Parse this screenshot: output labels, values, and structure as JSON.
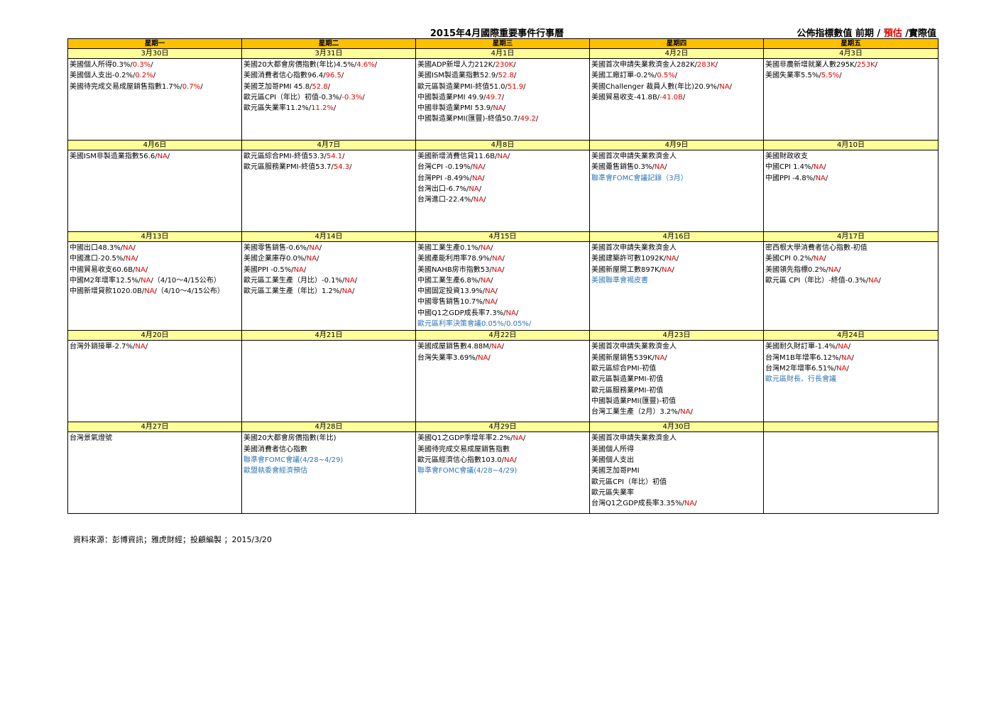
{
  "title": "2015年4月國際重要事件行事曆",
  "legend": {
    "prefix": "公佈指標數值  前期 / ",
    "forecast": "預估",
    "suffix": " /實際值"
  },
  "weekdays": [
    "星期一",
    "星期二",
    "星期三",
    "星期四",
    "星期五"
  ],
  "weeks": [
    {
      "days": [
        {
          "date": "3月30日",
          "lines": [
            {
              "text": "美國個人所得0.3%/",
              "red": "0.3%",
              "after": "/"
            },
            {
              "text": "美國個人支出-0.2%/",
              "red": "0.2%",
              "after": "/"
            },
            {
              "text": "美國待完成交易成屋銷售指數1.7%/",
              "red": "0.7%",
              "after": "/"
            }
          ]
        },
        {
          "date": "3月31日",
          "lines": [
            {
              "text": "美國20大都會房價指數(年比)4.5%/",
              "red": "4.6%",
              "after": "/"
            },
            {
              "text": "美國消費者信心指數96.4/",
              "red": "96.5",
              "after": "/"
            },
            {
              "text": "美國芝加哥PMI 45.8/",
              "red": "52.8",
              "after": "/"
            },
            {
              "text": "歐元區CPI（年比）初值-0.3%/",
              "red": "-0.3%",
              "after": "/"
            },
            {
              "text": "歐元區失業率11.2%/",
              "red": "11.2%",
              "after": "/"
            }
          ]
        },
        {
          "date": "4月1日",
          "lines": [
            {
              "text": "美國ADP新增人力212K/",
              "red": "230K",
              "after": "/"
            },
            {
              "text": "美國ISM製造業指數52.9/",
              "red": "52.8",
              "after": "/"
            },
            {
              "text": "歐元區製造業PMI-終值51.0/",
              "red": "51.9",
              "after": "/"
            },
            {
              "text": "中國製造業PMI 49.9/",
              "red": "49.7",
              "after": "/"
            },
            {
              "text": "中國非製造業PMI 53.9/",
              "red": "NA",
              "after": "/"
            },
            {
              "text": "中國製造業PMI(匯豐)-終值50.7/",
              "red": "49.2",
              "after": "/"
            }
          ]
        },
        {
          "date": "4月2日",
          "lines": [
            {
              "text": "美國首次申請失業救濟金人282K/",
              "red": "283K",
              "after": "/"
            },
            {
              "text": "美國工廠訂單-0.2%/",
              "red": "0.5%",
              "after": "/"
            },
            {
              "text": "美國Challenger 裁員人數(年比)20.9%/",
              "red": "NA",
              "after": "/"
            },
            {
              "text": "美國貿易收支-41.8B/",
              "red": "-41.0B",
              "after": "/"
            }
          ]
        },
        {
          "date": "4月3日",
          "lines": [
            {
              "text": "美國非農新增就業人數295K/",
              "red": "253K",
              "after": "/"
            },
            {
              "text": "美國失業率5.5%/",
              "red": "5.5%",
              "after": "/"
            }
          ]
        }
      ]
    },
    {
      "days": [
        {
          "date": "4月6日",
          "lines": [
            {
              "text": "美國ISM非製造業指數56.6/",
              "red": "NA",
              "after": "/"
            }
          ]
        },
        {
          "date": "4月7日",
          "lines": [
            {
              "text": "歐元區綜合PMI-終值53.3/",
              "red": "54.1",
              "after": "/"
            },
            {
              "text": "歐元區服務業PMI-終值53.7/",
              "red": "54.3",
              "after": "/"
            }
          ]
        },
        {
          "date": "4月8日",
          "lines": [
            {
              "text": "美國新增消費信貸11.6B/",
              "red": "NA",
              "after": "/"
            },
            {
              "text": "台灣CPI -0.19%/",
              "red": "NA",
              "after": "/"
            },
            {
              "text": "台灣PPI -8.49%/",
              "red": "NA",
              "after": "/"
            },
            {
              "text": "台灣出口-6.7%/",
              "red": "NA",
              "after": "/"
            },
            {
              "text": "台灣進口-22.4%/",
              "red": "NA",
              "after": "/"
            }
          ]
        },
        {
          "date": "4月9日",
          "lines": [
            {
              "text": "美國首次申請失業救濟金人",
              "red": "",
              "after": ""
            },
            {
              "text": "美國躉售銷售0.3%/",
              "red": "NA",
              "after": "/"
            },
            {
              "text": "聯準會FOMC會議記錄（3月）",
              "blue": true
            }
          ]
        },
        {
          "date": "4月10日",
          "lines": [
            {
              "text": "美國財政收支",
              "red": "",
              "after": ""
            },
            {
              "text": "中國CPI 1.4%/",
              "red": "NA",
              "after": "/"
            },
            {
              "text": "中國PPI -4.8%/",
              "red": "NA",
              "after": "/"
            }
          ]
        }
      ]
    },
    {
      "days": [
        {
          "date": "4月13日",
          "lines": [
            {
              "text": "中國出口48.3%/",
              "red": "NA",
              "after": "/"
            },
            {
              "text": "中國進口-20.5%/",
              "red": "NA",
              "after": "/"
            },
            {
              "text": "中國貿易收支60.6B/",
              "red": "NA",
              "after": "/"
            },
            {
              "text": "中國M2年增率12.5%/",
              "red": "NA",
              "after": "/（4/10～4/15公布）"
            },
            {
              "text": "中國新增貸款1020.0B/",
              "red": "NA",
              "after": "/（4/10～4/15公布）"
            }
          ]
        },
        {
          "date": "4月14日",
          "lines": [
            {
              "text": "美國零售銷售-0.6%/",
              "red": "NA",
              "after": "/"
            },
            {
              "text": "美國企業庫存0.0%/",
              "red": "NA",
              "after": "/"
            },
            {
              "text": "美國PPI -0.5%/",
              "red": "NA",
              "after": "/"
            },
            {
              "text": "歐元區工業生產（月比）-0.1%/",
              "red": "NA",
              "after": "/"
            },
            {
              "text": "歐元區工業生產（年比）1.2%/",
              "red": "NA",
              "after": "/"
            }
          ]
        },
        {
          "date": "4月15日",
          "lines": [
            {
              "text": "美國工業生產0.1%/",
              "red": "NA",
              "after": "/"
            },
            {
              "text": "美國產能利用率78.9%/",
              "red": "NA",
              "after": "/"
            },
            {
              "text": "美國NAHB房市指數53/",
              "red": "NA",
              "after": "/"
            },
            {
              "text": "中國工業生產6.8%/",
              "red": "NA",
              "after": "/"
            },
            {
              "text": "中國固定投資13.9%/",
              "red": "NA",
              "after": "/"
            },
            {
              "text": "中國零售銷售10.7%/",
              "red": "NA",
              "after": "/"
            },
            {
              "text": "中國Q1之GDP成長率7.3%/",
              "red": "NA",
              "after": "/"
            },
            {
              "text": "歐元區利率決策會議0.05%/0.05%/",
              "blue": true
            }
          ]
        },
        {
          "date": "4月16日",
          "lines": [
            {
              "text": "美國首次申請失業救濟金人",
              "red": "",
              "after": ""
            },
            {
              "text": "美國建築許可數1092K/",
              "red": "NA",
              "after": "/"
            },
            {
              "text": "美國新屋開工數897K/",
              "red": "NA",
              "after": "/"
            },
            {
              "text": "美國聯準會褐皮書",
              "blue": true
            }
          ]
        },
        {
          "date": "4月17日",
          "lines": [
            {
              "text": "密西根大學消費者信心指數-初值",
              "red": "",
              "after": ""
            },
            {
              "text": "美國CPI 0.2%/",
              "red": "NA",
              "after": "/"
            },
            {
              "text": "美國領先指標0.2%/",
              "red": "NA",
              "after": "/"
            },
            {
              "text": "歐元區 CPI（年比）-終值-0.3%/",
              "red": "NA",
              "after": "/"
            }
          ]
        }
      ]
    },
    {
      "days": [
        {
          "date": "4月20日",
          "lines": [
            {
              "text": "台灣外銷接單-2.7%/",
              "red": "NA",
              "after": "/"
            }
          ]
        },
        {
          "date": "4月21日",
          "lines": []
        },
        {
          "date": "4月22日",
          "lines": [
            {
              "text": "美國成屋銷售數4.88M/",
              "red": "NA",
              "after": "/"
            },
            {
              "text": "台灣失業率3.69%/",
              "red": "NA",
              "after": "/"
            }
          ]
        },
        {
          "date": "4月23日",
          "lines": [
            {
              "text": "美國首次申請失業救濟金人",
              "red": "",
              "after": ""
            },
            {
              "text": "美國新屋銷售539K/",
              "red": "NA",
              "after": "/"
            },
            {
              "text": "歐元區綜合PMI-初值",
              "red": "",
              "after": ""
            },
            {
              "text": "歐元區製造業PMI-初值",
              "red": "",
              "after": ""
            },
            {
              "text": "歐元區服務業PMI-初值",
              "red": "",
              "after": ""
            },
            {
              "text": "中國製造業PMI(匯豐)-初值",
              "red": "",
              "after": ""
            },
            {
              "text": "台灣工業生產（2月）3.2%/",
              "red": "NA",
              "after": "/"
            }
          ]
        },
        {
          "date": "4月24日",
          "lines": [
            {
              "text": "美國耐久財訂單-1.4%/",
              "red": "NA",
              "after": "/"
            },
            {
              "text": "台灣M1B年增率6.12%/",
              "red": "NA",
              "after": "/"
            },
            {
              "text": "台灣M2年增率6.51%/",
              "red": "NA",
              "after": "/"
            },
            {
              "text": "歐元區財長、行長會議",
              "blue": true
            }
          ]
        }
      ]
    },
    {
      "days": [
        {
          "date": "4月27日",
          "lines": [
            {
              "text": "台灣景氣燈號",
              "red": "",
              "after": ""
            }
          ]
        },
        {
          "date": "4月28日",
          "lines": [
            {
              "text": "美國20大都會房價指數(年比)",
              "red": "",
              "after": ""
            },
            {
              "text": "美國消費者信心指數",
              "red": "",
              "after": ""
            },
            {
              "text": "聯準會FOMC會議(4/28~4/29)",
              "blue": true
            },
            {
              "text": "歐盟執委會經濟預估",
              "blue": true
            }
          ]
        },
        {
          "date": "4月29日",
          "lines": [
            {
              "text": "美國Q1之GDP季增年率2.2%/",
              "red": "NA",
              "after": "/"
            },
            {
              "text": "美國待完成交易成屋銷售指數",
              "red": "",
              "after": ""
            },
            {
              "text": "歐元區經濟信心指數103.0/",
              "red": "NA",
              "after": "/"
            },
            {
              "text": "聯準會FOMC會議(4/28~4/29)",
              "blue": true
            }
          ]
        },
        {
          "date": "4月30日",
          "lines": [
            {
              "text": "美國首次申請失業救濟金人",
              "red": "",
              "after": ""
            },
            {
              "text": "美國個人所得",
              "red": "",
              "after": ""
            },
            {
              "text": "美國個人支出",
              "red": "",
              "after": ""
            },
            {
              "text": "美國芝加哥PMI",
              "red": "",
              "after": ""
            },
            {
              "text": "歐元區CPI（年比）初值",
              "red": "",
              "after": ""
            },
            {
              "text": "歐元區失業率",
              "red": "",
              "after": ""
            },
            {
              "text": "台灣Q1之GDP成長率3.35%/",
              "red": "NA",
              "after": "/"
            }
          ]
        },
        {
          "date": "",
          "lines": []
        }
      ]
    }
  ],
  "source": "資料來源：彭博資訊；雅虎財經；投顧編製 ；2015/3/20",
  "colors": {
    "header": "#ffc000",
    "date_row": "#ffff99",
    "forecast": "#e00000",
    "event": "#2e75b6"
  }
}
